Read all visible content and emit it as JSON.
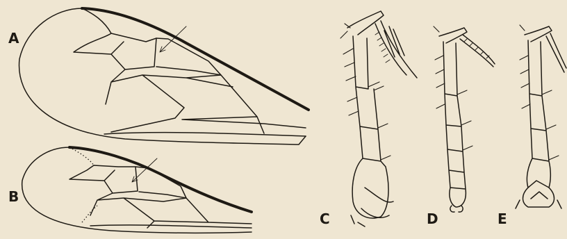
{
  "figure": {
    "panel_labels": {
      "a": "A",
      "b": "B",
      "c": "C",
      "d": "D",
      "e": "E"
    },
    "colors": {
      "paper": "#efe6d2",
      "ink": "#1e1a14"
    }
  }
}
